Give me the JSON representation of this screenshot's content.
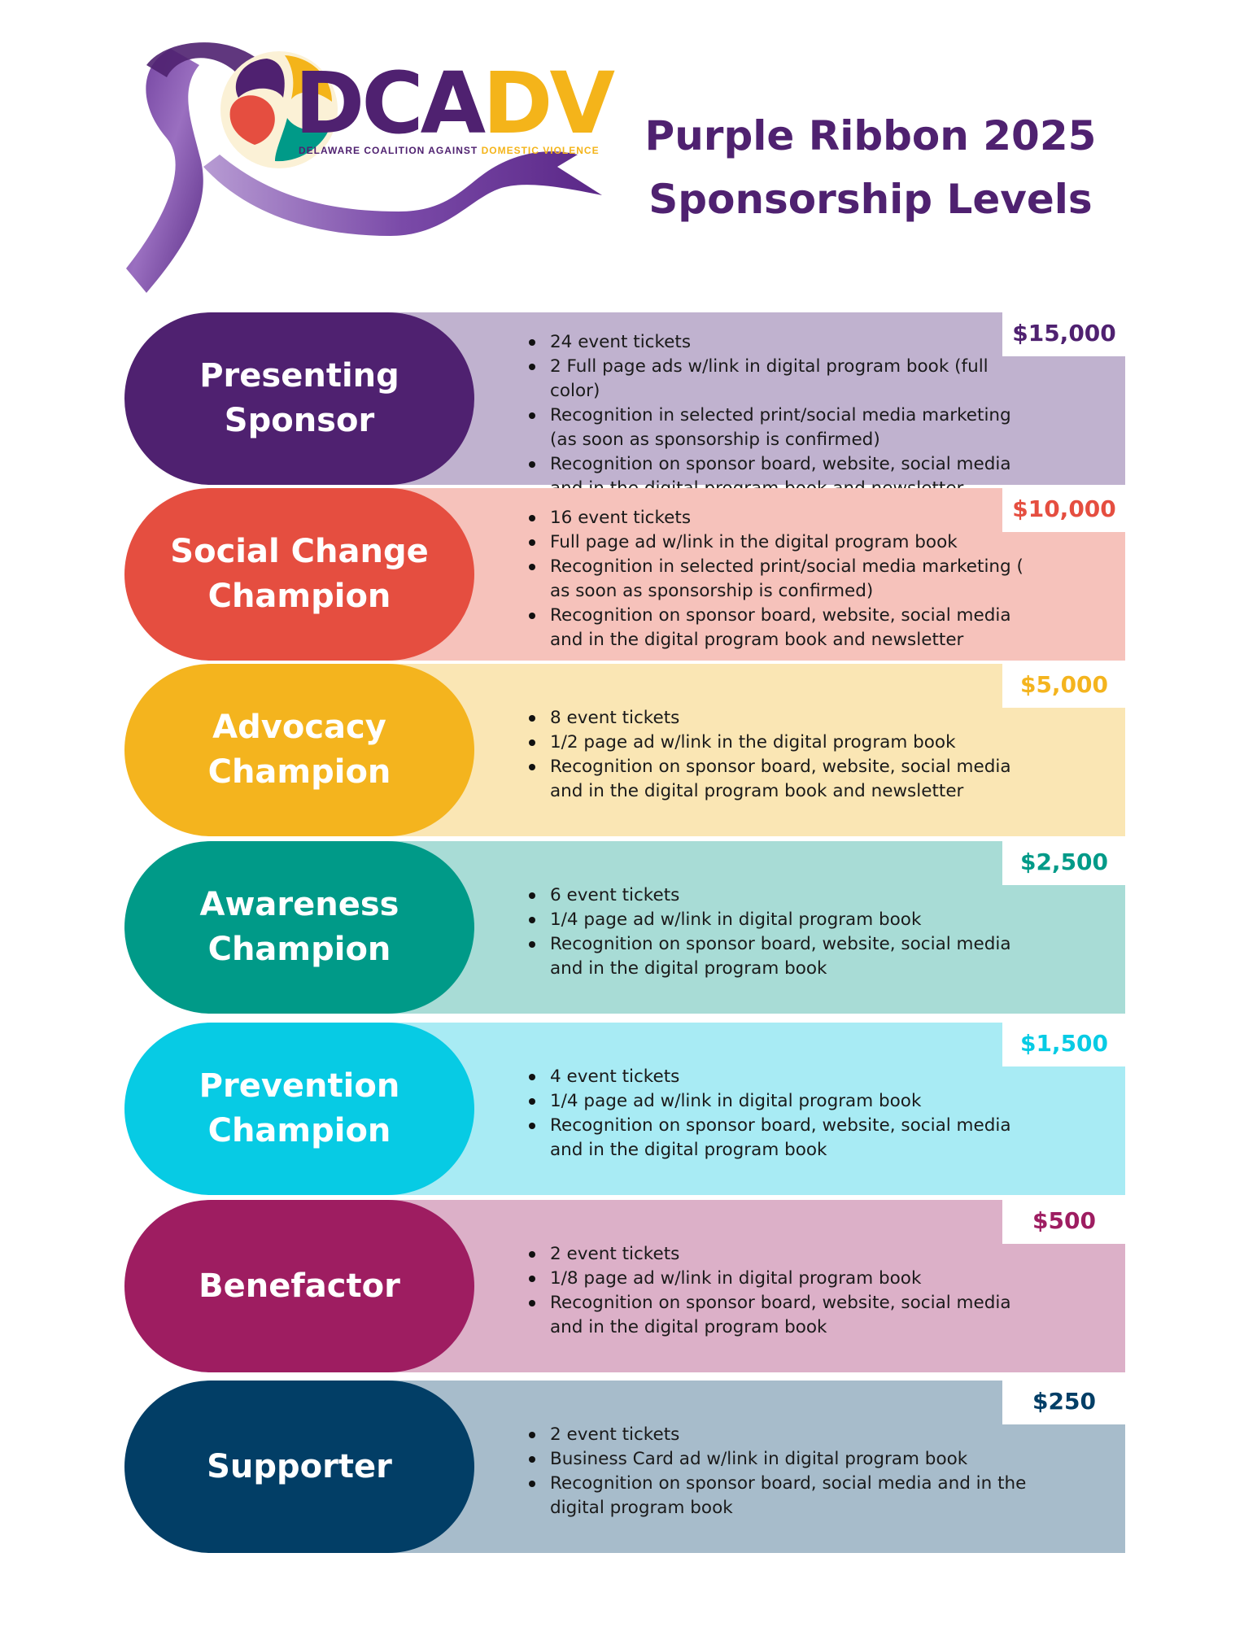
{
  "logo": {
    "letters_primary": "DCA",
    "letters_accent": "DV",
    "tagline_primary": "DELAWARE COALITION AGAINST",
    "tagline_accent": "DOMESTIC VIOLENCE"
  },
  "title": {
    "line1": "Purple Ribbon 2025",
    "line2": "Sponsorship Levels"
  },
  "colors": {
    "brand_purple": "#4f2170",
    "brand_gold": "#f4b41a"
  },
  "levels": [
    {
      "name": "Presenting Sponsor",
      "price": "$15,000",
      "pill_color": "#4f2170",
      "band_color": "#c0b2cf",
      "price_color": "#4f2170",
      "benefits": [
        "24 event tickets",
        "2 Full page ads w/link in digital program book (full color)",
        "Recognition in selected print/social media marketing (as soon as sponsorship is confirmed)",
        "Recognition on sponsor board, website, social media and in the digital program book and newsletter"
      ]
    },
    {
      "name": "Social Change Champion",
      "price": "$10,000",
      "pill_color": "#e54e40",
      "band_color": "#f6c2bb",
      "price_color": "#e54e40",
      "benefits": [
        "16 event tickets",
        "Full page ad w/link in the digital program book",
        "Recognition in selected print/social media marketing ( as soon as sponsorship is confirmed)",
        "Recognition on sponsor board, website, social media and in the digital program book and newsletter"
      ]
    },
    {
      "name": "Advocacy Champion",
      "price": "$5,000",
      "pill_color": "#f4b41e",
      "band_color": "#fae6b4",
      "price_color": "#f4b41e",
      "benefits": [
        "8 event tickets",
        "1/2 page ad w/link in the digital program book",
        "Recognition on sponsor board, website, social media and in the digital program book and newsletter"
      ]
    },
    {
      "name": "Awareness Champion",
      "price": "$2,500",
      "pill_color": "#009a88",
      "band_color": "#a8dcd6",
      "price_color": "#009a88",
      "benefits": [
        "6 event tickets",
        "1/4 page ad w/link in digital program book",
        "Recognition on sponsor board, website, social media and in the digital program book"
      ]
    },
    {
      "name": "Prevention Champion",
      "price": "$1,500",
      "pill_color": "#07cbe4",
      "band_color": "#a8ebf4",
      "price_color": "#07cbe4",
      "benefits": [
        "4 event tickets",
        "1/4 page ad w/link in digital program book",
        "Recognition on sponsor board, website, social media and in the digital program book"
      ]
    },
    {
      "name": "Benefactor",
      "price": "$500",
      "pill_color": "#9e1d61",
      "band_color": "#dcb0c8",
      "price_color": "#9e1d61",
      "benefits": [
        "2 event tickets",
        "1/8 page ad w/link in digital program book",
        "Recognition on sponsor board, website, social media and in the digital program book"
      ]
    },
    {
      "name": "Supporter",
      "price": "$250",
      "pill_color": "#023e66",
      "band_color": "#a7bccb",
      "price_color": "#023e66",
      "benefits": [
        "2 event tickets",
        "Business Card ad w/link in digital program book",
        "Recognition on sponsor board, social media and in the digital program book"
      ]
    }
  ]
}
